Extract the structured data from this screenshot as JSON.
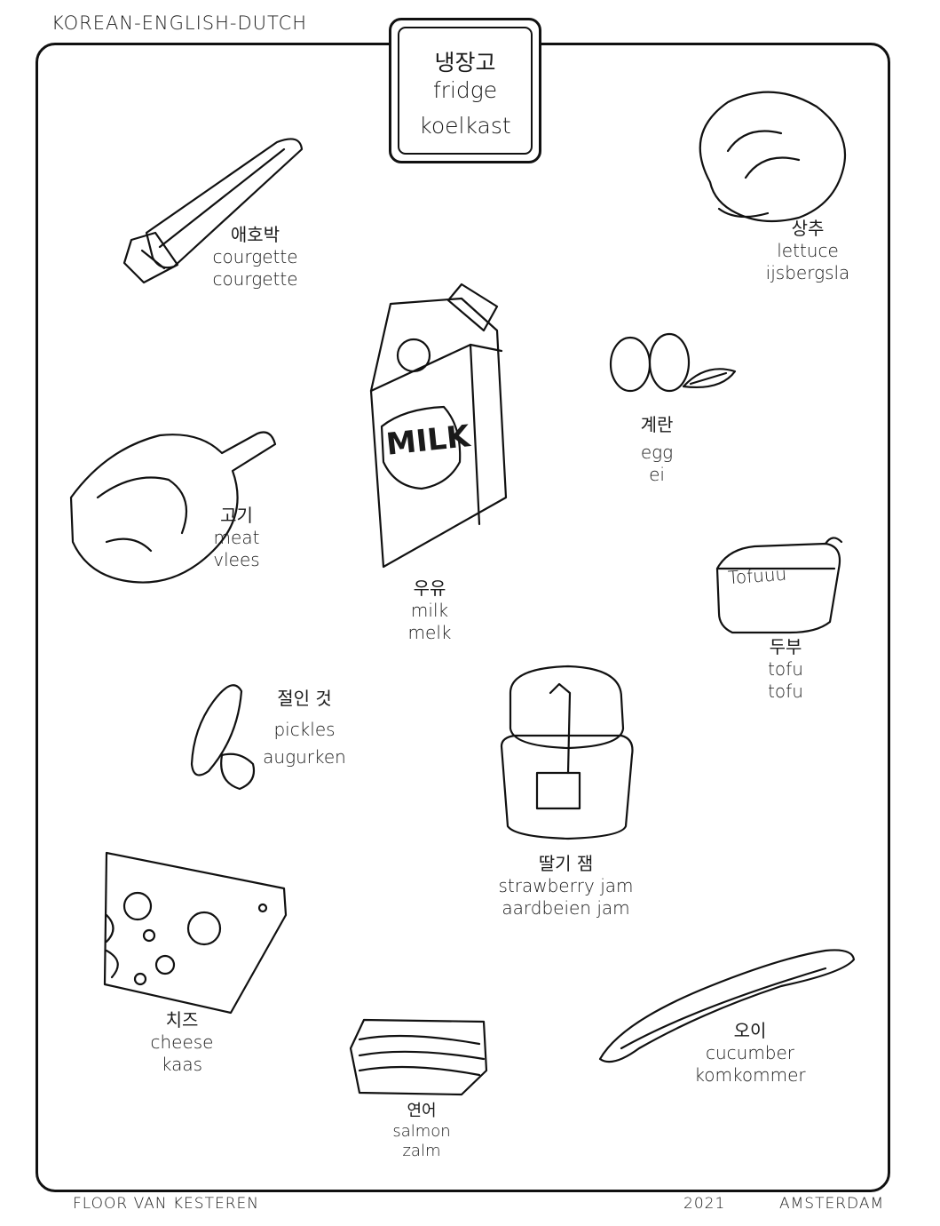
{
  "header": {
    "languages": "KOREAN-ENGLISH-DUTCH"
  },
  "title": {
    "korean": "냉장고",
    "english": "fridge",
    "dutch": "koelkast"
  },
  "items": {
    "courgette": {
      "korean": "애호박",
      "english": "courgette",
      "dutch": "courgette"
    },
    "lettuce": {
      "korean": "상추",
      "english": "lettuce",
      "dutch": "ijsbergsla"
    },
    "milk": {
      "korean": "우유",
      "english": "milk",
      "dutch": "melk",
      "carton_text": "MILK"
    },
    "egg": {
      "korean": "계란",
      "english": "egg",
      "dutch": "ei"
    },
    "meat": {
      "korean": "고기",
      "english": "meat",
      "dutch": "vlees"
    },
    "tofu": {
      "korean": "두부",
      "english": "tofu",
      "dutch": "tofu",
      "package_text": "Tofuuu"
    },
    "pickles": {
      "korean": "절인 것",
      "english": "pickles",
      "dutch": "augurken"
    },
    "jam": {
      "korean": "딸기 잼",
      "english": "strawberry jam",
      "dutch": "aardbeien jam"
    },
    "cheese": {
      "korean": "치즈",
      "english": "cheese",
      "dutch": "kaas"
    },
    "salmon": {
      "korean": "연어",
      "english": "salmon",
      "dutch": "zalm"
    },
    "cucumber": {
      "korean": "오이",
      "english": "cucumber",
      "dutch": "komkommer"
    }
  },
  "footer": {
    "author": "FLOOR VAN KESTEREN",
    "year": "2021",
    "city": "AMSTERDAM"
  },
  "icons": [
    "courgette-icon",
    "lettuce-icon",
    "milk-carton-icon",
    "eggs-icon",
    "meat-icon",
    "tofu-icon",
    "pickles-icon",
    "jam-jar-icon",
    "cheese-icon",
    "salmon-icon",
    "cucumber-icon"
  ]
}
